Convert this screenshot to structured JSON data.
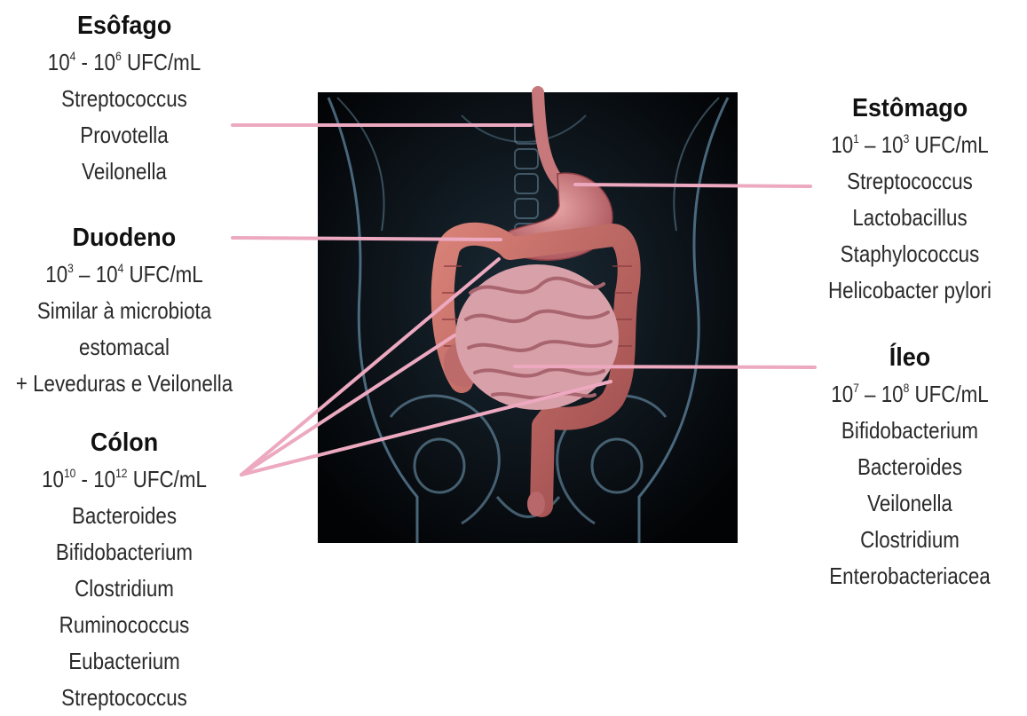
{
  "colors": {
    "leader_line": "#eca9c0",
    "background_panel": "#05080c",
    "organ": "#c9787e"
  },
  "esofago": {
    "title": "Esôfago",
    "count": {
      "a_base": "10",
      "a_exp": "4",
      "sep": " - ",
      "b_base": "10",
      "b_exp": "6",
      "unit": " UFC/mL"
    },
    "organisms": [
      "Streptococcus",
      "Provotella",
      "Veilonella"
    ]
  },
  "duodeno": {
    "title": "Duodeno",
    "count": {
      "a_base": "10",
      "a_exp": "3",
      "sep": " – ",
      "b_base": "10",
      "b_exp": "4",
      "unit": " UFC/mL"
    },
    "organisms": [
      "Similar à microbiota",
      "estomacal",
      "+ Leveduras e Veilonella"
    ]
  },
  "colon": {
    "title": "Cólon",
    "count": {
      "a_base": "10",
      "a_exp": "10",
      "sep": " - ",
      "b_base": "10",
      "b_exp": "12",
      "unit": " UFC/mL"
    },
    "organisms": [
      "Bacteroides",
      "Bifidobacterium",
      "Clostridium",
      "Ruminococcus",
      "Eubacterium",
      "Streptococcus"
    ]
  },
  "estomago": {
    "title": "Estômago",
    "count": {
      "a_base": "10",
      "a_exp": "1",
      "sep": " – ",
      "b_base": "10",
      "b_exp": "3",
      "unit": " UFC/mL"
    },
    "organisms": [
      "Streptococcus",
      "Lactobacillus",
      "Staphylococcus",
      "Helicobacter pylori"
    ]
  },
  "ileo": {
    "title": "Íleo",
    "count": {
      "a_base": "10",
      "a_exp": "7",
      "sep": " – ",
      "b_base": "10",
      "b_exp": "8",
      "unit": " UFC/mL"
    },
    "organisms": [
      "Bifidobacterium",
      "Bacteroides",
      "Veilonella",
      "Clostridium",
      "Enterobacteriacea"
    ]
  }
}
